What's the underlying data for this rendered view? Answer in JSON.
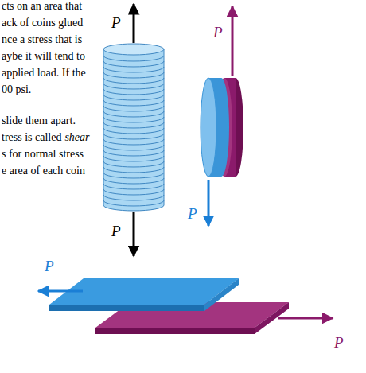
{
  "diagram": {
    "labels": [
      "cts on an area that",
      "ack of coins glued",
      "nce a stress that is",
      "aybe it will tend to",
      "applied load. If the",
      "00 psi.",
      "slide them apart.",
      "tress is called",
      "shear",
      "s for normal stress",
      "e area of each coin",
      "P",
      "P",
      "P",
      "P",
      "P",
      "P"
    ]
  }
}
